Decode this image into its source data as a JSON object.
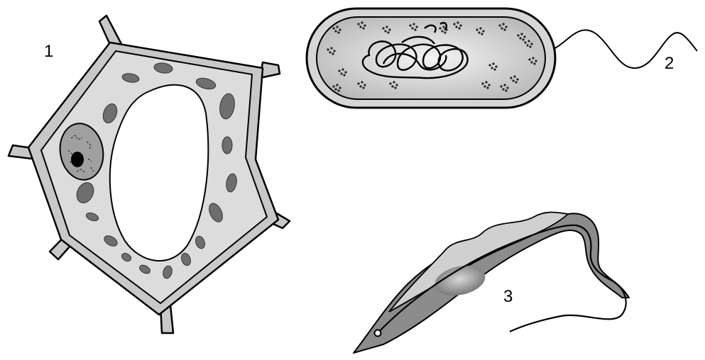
{
  "labels": {
    "plant_cell": "1",
    "bacterium": "2",
    "trypanosome": "3"
  },
  "colors": {
    "outline": "#000000",
    "cell_wall": "#c8c8c8",
    "cytoplasm": "#dcdcdc",
    "vacuole": "#ffffff",
    "chloroplast": "#6e6e6e",
    "nucleus": "#a0a0a0",
    "nucleolus": "#000000",
    "protist_body": "#8c8c8c",
    "protist_membrane": "#cfcfcf"
  }
}
